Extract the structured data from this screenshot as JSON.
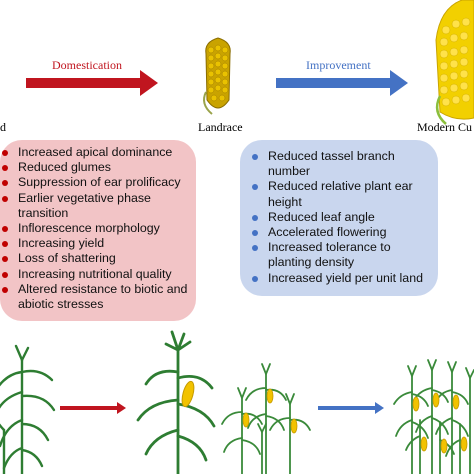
{
  "stages": {
    "left_cut": "d",
    "middle": "Landrace",
    "right_cut": "Modern Cu"
  },
  "arrows": {
    "domestication": {
      "label": "Domestication",
      "color": "#c0151f"
    },
    "improvement": {
      "label": "Improvement",
      "color": "#4472c4"
    }
  },
  "domestication_traits": {
    "bullet_color": "#c00000",
    "box_color": "#f2c4c6",
    "items": [
      "Increased apical dominance",
      "Reduced glumes",
      "Suppression of ear prolificacy",
      "Earlier vegetative phase transition",
      "Inflorescence morphology",
      "Increasing yield",
      "Loss of shattering",
      "Increasing nutritional quality",
      "Altered resistance to biotic and abiotic stresses"
    ]
  },
  "improvement_traits": {
    "bullet_color": "#4472c4",
    "box_color": "#c9d6ee",
    "items": [
      "Reduced tassel branch number",
      "Reduced relative plant ear height",
      "Reduced leaf angle",
      "Accelerated flowering",
      "Increased tolerance to planting density",
      "Increased yield per unit land"
    ]
  }
}
